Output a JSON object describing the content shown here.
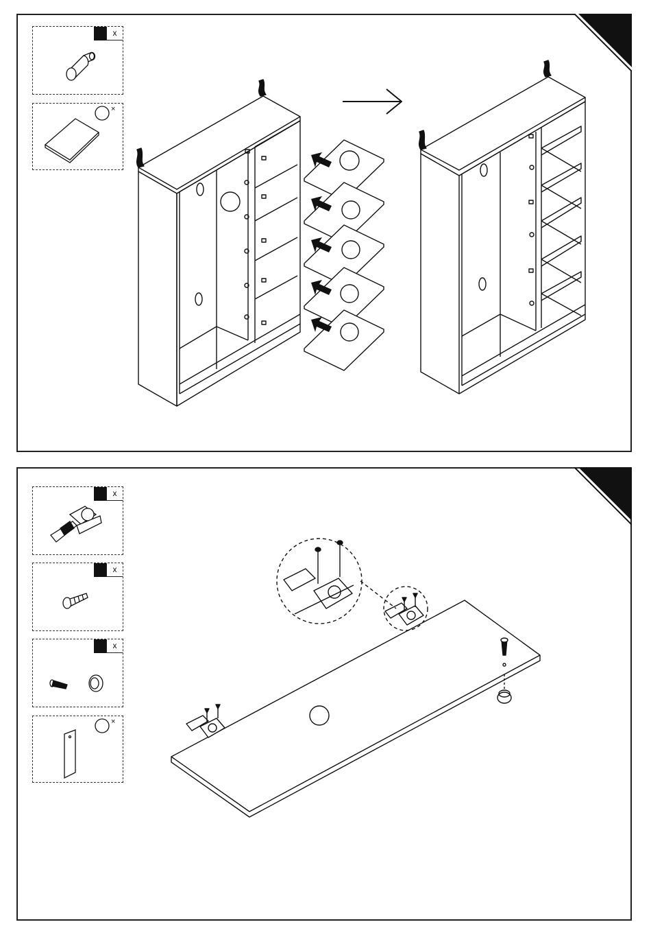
{
  "parts": {
    "step1_dowel_qty": "x",
    "step1_booklet_qty": "×",
    "step2_hinge_qty": "x",
    "step2_screw_qty": "x",
    "step2_knob_qty": "x",
    "step2_template_qty": "×"
  },
  "icons": {
    "arrow": "right-arrow-icon",
    "insert": "black-arrow-icon"
  },
  "colors": {
    "line": "#111111",
    "background": "#ffffff"
  }
}
